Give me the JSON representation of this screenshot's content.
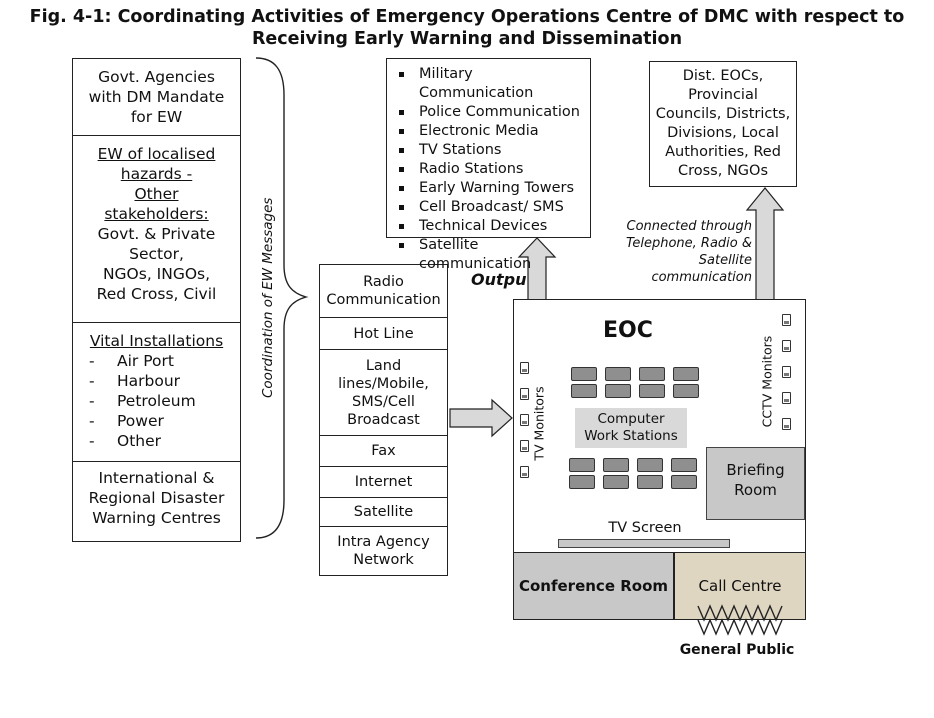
{
  "title": {
    "line1": "Fig. 4-1: Coordinating Activities of Emergency Operations Centre of DMC with respect to",
    "line2": "Receiving Early Warning and Dissemination"
  },
  "sources": {
    "govt": [
      "Govt. Agencies",
      "with DM Mandate",
      "for EW"
    ],
    "localised": {
      "underlined": [
        "EW of localised",
        "hazards -",
        "Other",
        "stakeholders:"
      ],
      "plain": [
        "Govt. & Private",
        "Sector,",
        "NGOs, INGOs,",
        "Red Cross, Civil"
      ]
    },
    "vital": {
      "heading": "Vital Installations",
      "items": [
        "Air Port",
        "Harbour",
        "Petroleum",
        "Power",
        "Other"
      ],
      "dash": "-"
    },
    "international": [
      "International &",
      "Regional Disaster",
      "Warning Centres"
    ]
  },
  "coordination_label": "Coordination of EW Messages",
  "channels": [
    "Radio Communication",
    "Hot Line",
    "Land lines/Mobile, SMS/Cell Broadcast",
    "Fax",
    "Internet",
    "Satellite",
    "Intra Agency Network"
  ],
  "channels_lines": {
    "radio": [
      "Radio",
      "Communication"
    ],
    "land": [
      "Land",
      "lines/Mobile,",
      "SMS/Cell",
      "Broadcast"
    ],
    "intra": [
      "Intra Agency",
      "Network"
    ]
  },
  "media": [
    "Military Communication",
    "Police Communication",
    "Electronic Media",
    "TV Stations",
    "Radio Stations",
    "Early Warning Towers",
    "Cell Broadcast/ SMS",
    "Technical Devices",
    "Satellite communication"
  ],
  "output_label": "Outpu",
  "district": [
    "Dist. EOCs,",
    "Provincial",
    "Councils, Districts,",
    "Divisions, Local",
    "Authorities, Red",
    "Cross, NGOs"
  ],
  "connected_note": [
    "Connected through",
    "Telephone, Radio &",
    "Satellite",
    "communication"
  ],
  "eoc": {
    "title": "EOC",
    "tv_monitors": "TV Monitors",
    "cctv_monitors": "CCTV Monitors",
    "workstations": [
      "Computer",
      "Work Stations"
    ],
    "briefing": [
      "Briefing",
      "Room"
    ],
    "tv_screen": "TV Screen",
    "conference": "Conference Room",
    "call_centre": "Call Centre"
  },
  "general_public": "General Public",
  "colors": {
    "line": "#222222",
    "arrow_fill": "#d9d9d9",
    "desk": "#8f8f8f",
    "briefing_fill": "#c8c8c8",
    "call_centre_fill": "#ded6c0"
  }
}
